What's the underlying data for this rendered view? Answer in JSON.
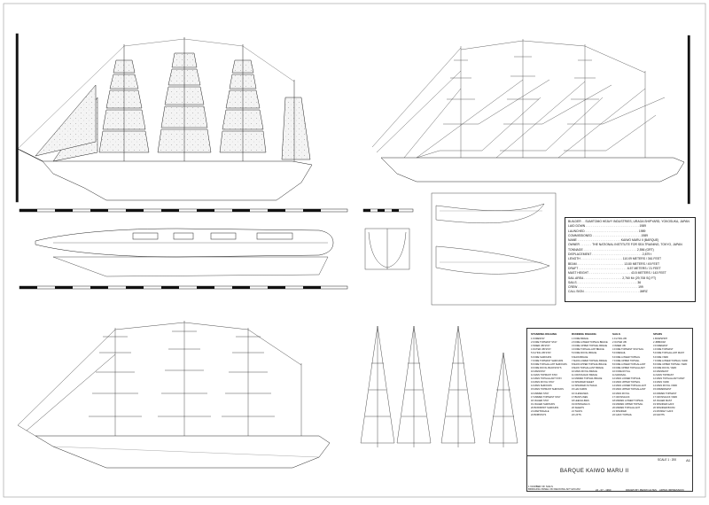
{
  "specifications": [
    "BUILDER . . SUMITOMO HEAVY INDUSTRIES, URAGA SHIPYARD, YOKOSUKA, JAPAN",
    "LAID DOWN . . . . . . . . . . . . . . . . . . . . . . . . . . . . . . . . 1989",
    "LAUNCHED . . . . . . . . . . . . . . . . . . . . . . . . . . . . . . . . 1989",
    "COMMISSIONED . . . . . . . . . . . . . . . . . . . . . . . . . . . . . 1989",
    "NAME . . . . . . . . . . . . . . . . . . . . . . . . . . KAIWO MARU II (BARQUE)",
    "OWNER . . . . . . . THE NATIONAL INSTITUTE FOR SEA TRAINING, TOKYO, JAPAN",
    "TONNAGE . . . . . . . . . . . . . . . . . . . . . . . . . . . . . . . . 2,556 (GRT)",
    "DISPLACEMENT . . . . . . . . . . . . . . . . . . . . . . . . . . . . . . 2,879 t",
    "LENGTH . . . . . . . . . . . . . . . . . . . . . . . . . 110.09 METERS / 361 FEET",
    "BEAM . . . . . . . . . . . . . . . . . . . . . . . . . . . . 13.80 METERS / 45 FEET",
    "DRAFT . . . . . . . . . . . . . . . . . . . . . . . . . . . . . 6.57 METERS / 21 FEET",
    "MAST HEIGHT . . . . . . . . . . . . . . . . . . . . . . . . . 43.5 METERS / 143 FEET",
    "SAIL AREA . . . . . . . . . . . . . . . . . . . . . . . 2,760 M² (29,708 SQ FT)",
    "SAILS . . . . . . . . . . . . . . . . . . . . . . . . . . . . . . . . . . . . 36",
    "CREW . . . . . . . . . . . . . . . . . . . . . . . . . . . . . . . . . . . . 199",
    "CALL SIGN . . . . . . . . . . . . . . . . . . . . . . . . . . . . . . . . . JMRZ"
  ],
  "legend": {
    "columns": [
      {
        "title": "STANDING RIGGING",
        "items": [
          "1  FORESTAY",
          "2  FORE TOPMAST STAY",
          "3  INNER JIB STAY",
          "4  OUTER JIB STAY",
          "5  FLYING JIB STAY",
          "6  FORE SHROUDS",
          "7  FORE TOPMAST SHROUDS",
          "8  FORE TOPGALLANT SHROUDS",
          "9  FORE ROYAL BACKSTAYS",
          "10  MAINSTAY",
          "11  MAIN TOPMAST STAY",
          "12  MAIN TOPGALLANT STAY",
          "13  MAIN ROYAL STAY",
          "14  MAIN SHROUDS",
          "15  MAIN TOPMAST SHROUDS",
          "16  MIZZEN STAY",
          "17  MIZZEN TOPMAST STAY",
          "18  JIGGER STAY",
          "19  JIGGER SHROUDS",
          "20  BOWSPRIT SHROUDS",
          "21  MARTINGALE",
          "22  BOBSTAYS"
        ]
      },
      {
        "title": "RUNNING RIGGING",
        "items": [
          "1  FORE BRACE",
          "2  FORE LOWER TOPSAIL BRACE",
          "3  FORE UPPER TOPSAIL BRACE",
          "4  FORE TOPGALLANT BRACE",
          "5  FORE ROYAL BRACE",
          "6  MAIN BRACE",
          "7  MAIN LOWER TOPSAIL BRACE",
          "8  MAIN UPPER TOPSAIL BRACE",
          "9  MAIN TOPGALLANT BRACE",
          "10  MAIN ROYAL BRACE",
          "11  CROSSJACK BRACE",
          "12  MIZZEN TOPSAIL BRACE",
          "13  SPANKER SHEET",
          "14  SPANKER OUTHAUL",
          "15  HALYARDS",
          "16  CLEWLINES",
          "17  BUNTLINES",
          "18  LEECHLINES",
          "19  DOWNHAULS",
          "20  SHEETS",
          "21  TACKS",
          "22  LIFTS"
        ]
      },
      {
        "title": "SAILS",
        "items": [
          "1  FLYING JIB",
          "2  OUTER JIB",
          "3  INNER JIB",
          "4  FORE TOPMAST STAYSAIL",
          "5  FORESAIL",
          "6  FORE LOWER TOPSAIL",
          "7  FORE UPPER TOPSAIL",
          "8  FORE LOWER TOPGALLANT",
          "9  FORE UPPER TOPGALLANT",
          "10  FORE ROYAL",
          "11  MAINSAIL",
          "12  MAIN LOWER TOPSAIL",
          "13  MAIN UPPER TOPSAIL",
          "14  MAIN LOWER TOPGALLANT",
          "15  MAIN UPPER TOPGALLANT",
          "16  MAIN ROYAL",
          "17  CROSSJACK",
          "18  MIZZEN LOWER TOPSAIL",
          "19  MIZZEN UPPER TOPSAIL",
          "20  MIZZEN TOPGALLANT",
          "21  SPANKER",
          "22  GAFF TOPSAIL"
        ]
      },
      {
        "title": "SPARS",
        "items": [
          "1  BOWSPRIT",
          "2  JIBBOOM",
          "3  FOREMAST",
          "4  FORE TOPMAST",
          "5  FORE TOPGALLANT MAST",
          "6  FORE YARD",
          "7  FORE LOWER TOPSAIL YARD",
          "8  FORE UPPER TOPSAIL YARD",
          "9  FORE ROYAL YARD",
          "10  MAINMAST",
          "11  MAIN TOPMAST",
          "12  MAIN TOPGALLANT MAST",
          "13  MAIN YARD",
          "14  MAIN ROYAL YARD",
          "15  MIZZENMAST",
          "16  MIZZEN TOPMAST",
          "17  CROSSJACK YARD",
          "18  JIGGER MAST",
          "19  SPANKER GAFF",
          "20  SPANKER BOOM",
          "21  MONKEY GAFF",
          "22  DAVITS"
        ]
      }
    ]
  },
  "title_block": {
    "scale": "SCALE  1 : 200",
    "sheet_number": "A1",
    "title": "BARQUE KAIWO MARU II",
    "footer": [
      "24 - 07 - 1990",
      "DRAWN BY PEDRO ALTES",
      "ARTES IMPRESSION"
    ]
  },
  "notes": [
    "1   NUMBER OF SAILS",
    "BRIDGING PANEL ON DECKING AFT EXCAM"
  ],
  "colors": {
    "line": "#222222",
    "sail_fill": "#f2f2f2",
    "background": "#ffffff"
  }
}
